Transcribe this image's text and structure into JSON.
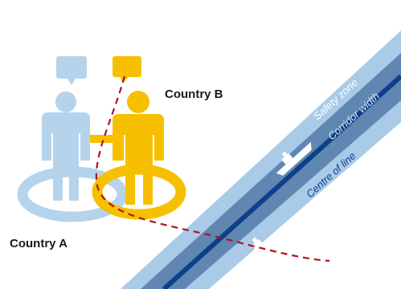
{
  "labels": {
    "country_a": "Country A",
    "country_b": "Country B",
    "safety_zone": "Safety zone",
    "corridor_width": "Corridor width",
    "centre_of_line": "Centre of line"
  },
  "colors": {
    "country_a": "#b5d4ec",
    "country_b": "#f6c000",
    "safety_zone": "#a9cbe8",
    "corridor": "#5f87b1",
    "centre_line": "#0d3f8a",
    "boundary": "#b3121f",
    "ship": "#ffffff"
  },
  "icons": [
    "person-icon",
    "speech-bubble-icon",
    "ship-icon"
  ]
}
